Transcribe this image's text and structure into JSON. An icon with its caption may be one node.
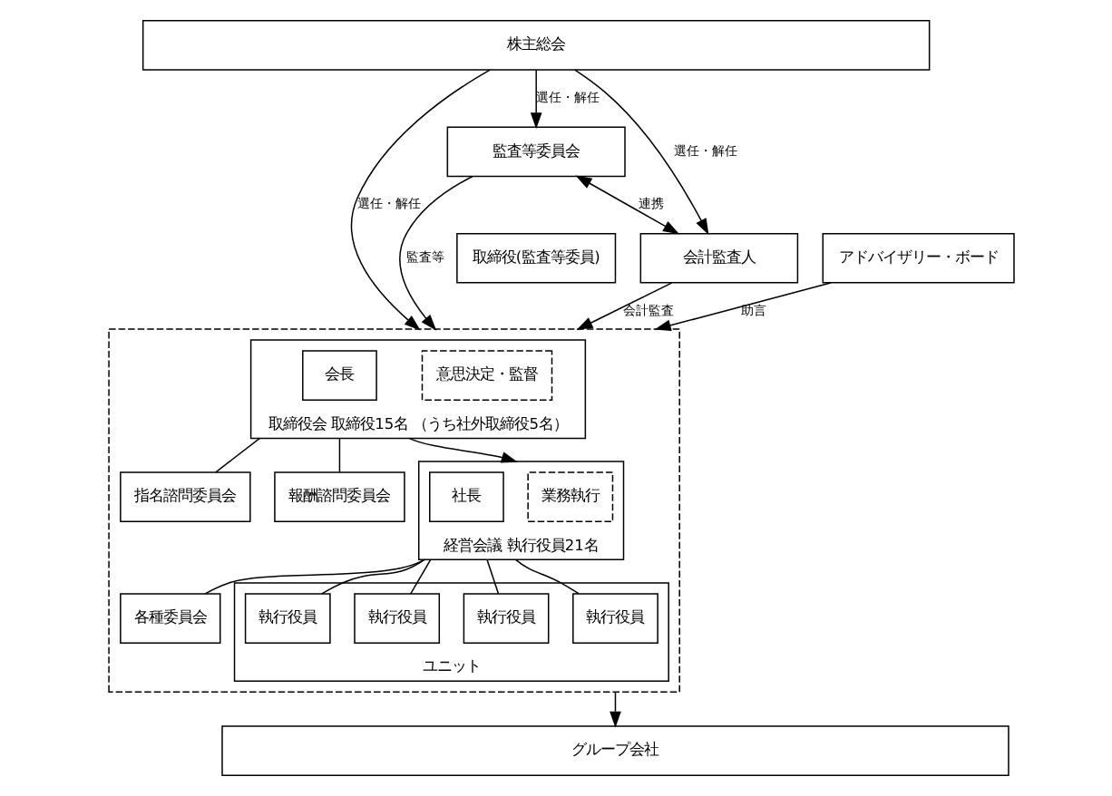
{
  "diagram": {
    "nodes": [
      {
        "text": [
          "株主総会"
        ]
      },
      {
        "text": [],
        "shape": "box"
      },
      {
        "text": [
          "取締役会 取締役15名 （うち社外取締役5名）"
        ],
        "in": 1
      },
      {
        "text": [
          "意思決定・監督"
        ],
        "in": 2
      },
      {
        "text": [
          "会長"
        ],
        "in": 2
      },
      {
        "text": [
          "指名諮問委員会"
        ],
        "in": 1
      },
      {
        "text": [
          "報酬諮問委員会"
        ],
        "in": 1
      },
      {
        "text": [
          "経営会議 執行役員21名"
        ],
        "in": 1
      },
      {
        "text": [
          "業務執行"
        ],
        "in": 7
      },
      {
        "text": [
          "社長"
        ],
        "in": 7
      },
      {
        "text": [
          "各種委員会"
        ],
        "in": 1
      },
      {
        "text": [
          "ユニット"
        ],
        "in": 1
      },
      {
        "text": [
          "執行役員"
        ],
        "in": 11
      },
      {
        "text": [
          "執行役員"
        ],
        "in": 11
      },
      {
        "text": [
          "執行役員"
        ],
        "in": 11
      },
      {
        "text": [
          "執行役員"
        ],
        "in": 11
      },
      {
        "text": [
          "監査等委員会"
        ]
      },
      {
        "text": [
          "取締役(監査等委員)"
        ]
      },
      {
        "text": [
          "会計監査人"
        ]
      },
      {
        "text": [
          "アドバイザリー・ボード"
        ]
      },
      {
        "text": [
          "グループ会社"
        ]
      }
    ],
    "edges": [
      {
        "from": 0,
        "to": 1,
        "arrow": "to",
        "label": "選任・解任"
      },
      {
        "from": 0,
        "to": 16,
        "arrow": "to",
        "label": "選任・解任"
      },
      {
        "from": 0,
        "to": 18,
        "arrow": "to",
        "label": "選任・解任"
      },
      {
        "from": 16,
        "to": 1,
        "arrow": "to",
        "label": "監査等"
      },
      {
        "from": 16,
        "to": 18,
        "arrow": "both",
        "label": "連携"
      },
      {
        "from": 18,
        "to": 1,
        "arrow": "to",
        "label": "会計監査"
      },
      {
        "from": 19,
        "to": 1,
        "arrow": "to",
        "label": "助言"
      },
      {
        "from": 1,
        "to": 20,
        "arrow": "to"
      },
      {
        "from": 2,
        "to": 7,
        "arrow": "to"
      },
      {
        "from": 2,
        "to": 5,
        "arrow": "none"
      },
      {
        "from": 2,
        "to": 6,
        "arrow": "none"
      },
      {
        "from": 7,
        "to": 10,
        "arrow": "none"
      },
      {
        "from": 7,
        "to": 12,
        "arrow": "none"
      },
      {
        "from": 7,
        "to": 13,
        "arrow": "none"
      },
      {
        "from": 7,
        "to": 14,
        "arrow": "none"
      },
      {
        "from": 7,
        "to": 15,
        "arrow": "none"
      }
    ]
  }
}
